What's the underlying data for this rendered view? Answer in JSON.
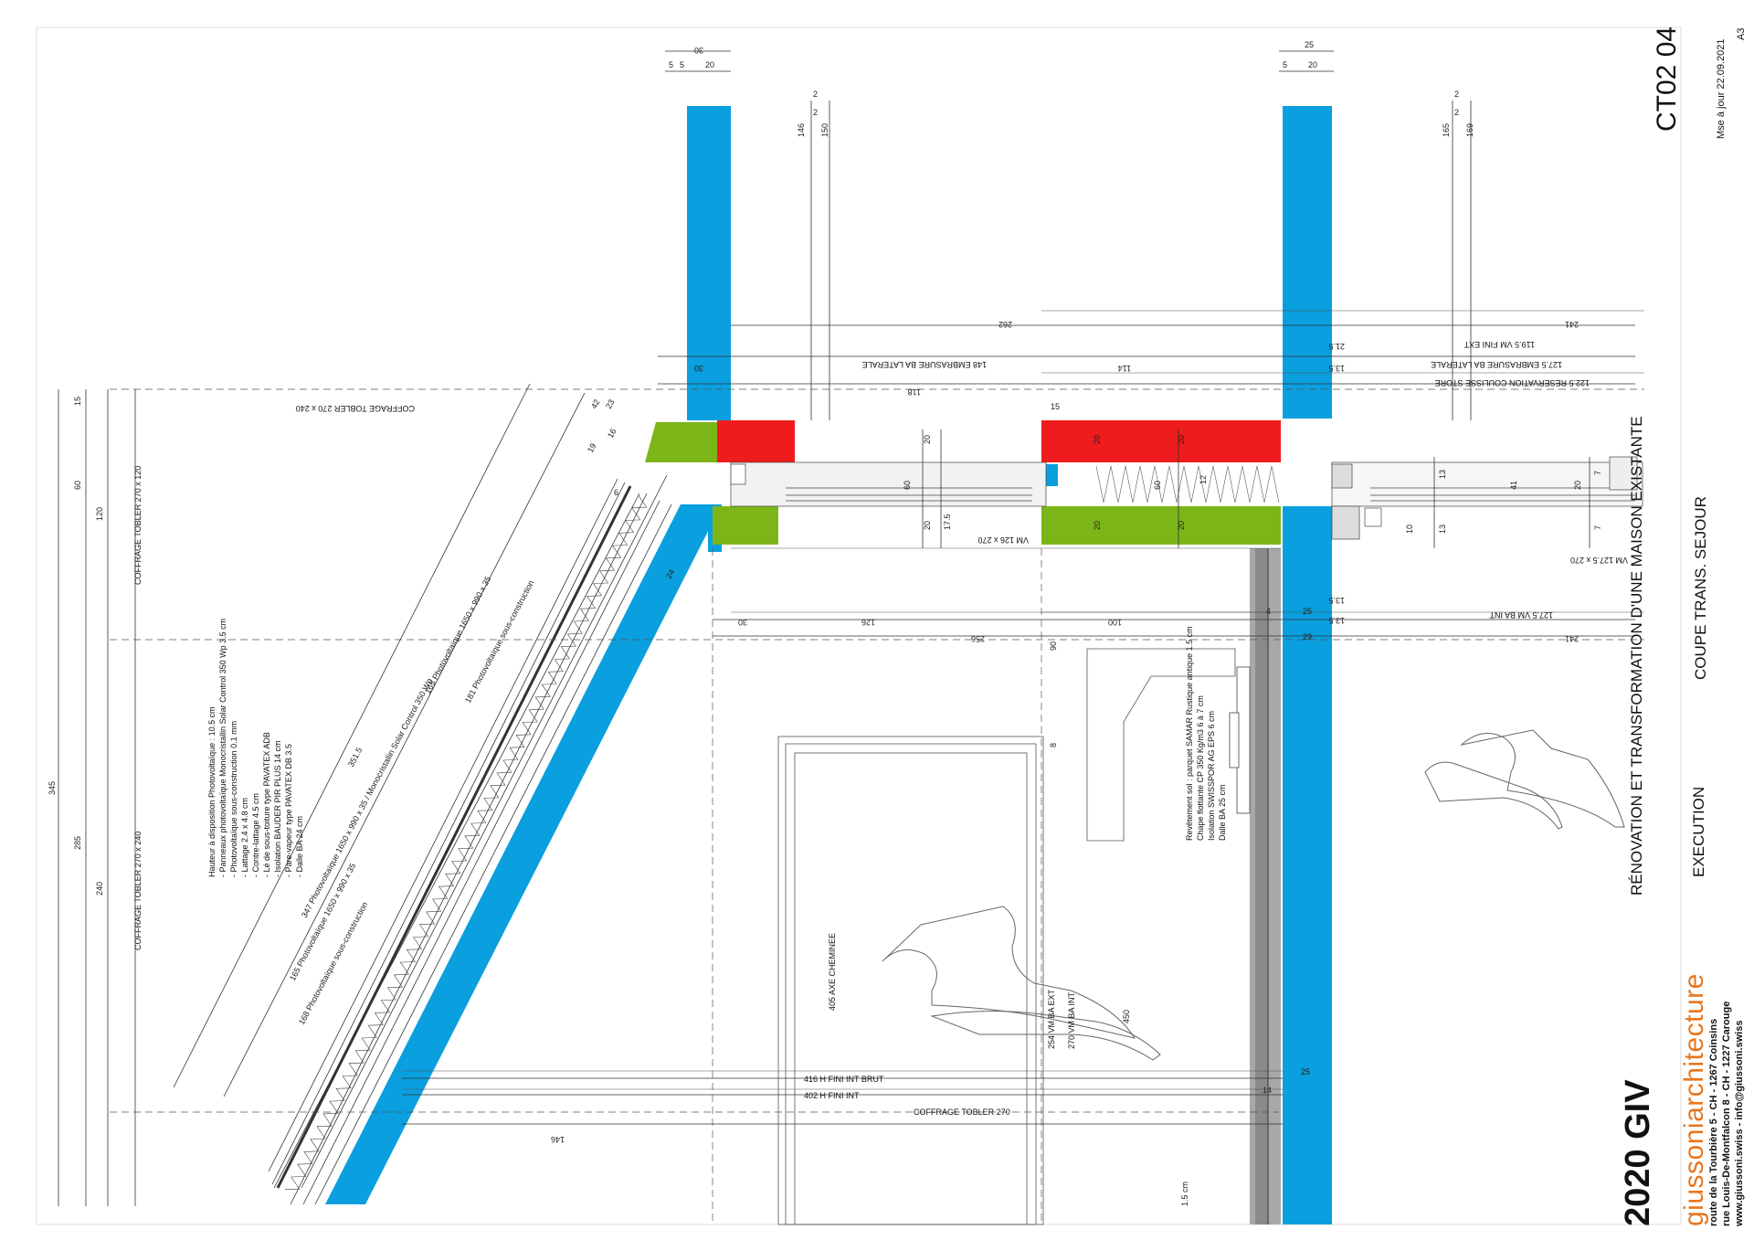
{
  "titleblock": {
    "sheet_code": "CT02 04",
    "update_date": "Mse à jour 22.09.2021",
    "paper_format": "A3",
    "project_title": "RÉNOVATION ET TRANSFORMATION D'UNE MAISON EXISTANTE",
    "drawing_subtitle": "COUPE TRANS. SEJOUR",
    "phase": "EXECUTION",
    "project_code": "2020 GIV",
    "firm_name": "giussoniarchitecture",
    "address_1": "route de la Tourbière 5 - CH - 1267 Coinsins",
    "address_2": "rue Louis-De-Montfalcon 8 - CH - 1227 Carouge",
    "web_contact": "www.giussoni.swiss - info@giussoni.swiss"
  },
  "colors": {
    "concrete": "#0a9fde",
    "lintel": "#ee1c1c",
    "insulation": "#7cb518",
    "line": "#333333"
  },
  "roof_buildup": [
    "Hauteur à disposition Photovoltaïque : 10.5 cm",
    "- Panneaux photovoltaïque Monocristallin Solar Control 350 Wp 3.5 cm",
    "- Photovoltaïque sous-construction 0.1 mm",
    "- Lattage 2.4 x 4.8 cm",
    "- Contre-lattage 4.5 cm",
    "- Lé de sous-toiture type PAVATEX ADB",
    "- Isolation BAUDER PIR PLUS 14 cm",
    "- Pare-vapeur type PAVATEX DB 3.5",
    "- Dalle BA 24 cm"
  ],
  "floor_buildup": [
    "Revêtement sol : parquet SAMAR Rustique antique 1.5 cm",
    "Chape flottante CP 350 Kg/m3 6 à 7 cm",
    "Isolation SWISSPOR AG EPS 6 cm",
    "Dalle BA 25 cm"
  ],
  "notes": {
    "coffrage_tobler_270x240_top": "COFFRAGE TOBLER 270 x 240",
    "coffrage_tobler_270x120": "COFFRAGE TOBLER 270 x 120",
    "coffrage_tobler_270x240_left": "COFFRAGE TOBLER 270 x 240",
    "coffrage_tobler_270": "COFFRAGE TOBLER 270",
    "embrasure_148": "148 EMBRASURE BA LATERALE",
    "embrasure_127": "127.5 EMBRASURE BA LATERALE",
    "vm_fini_ext": "119.5 VM FINI EXT",
    "reservation_store": "122.5 RESERVATION COULISSE STORE",
    "vm_126": "VM 126 x 270",
    "vm_127": "VM 127.5 x 270",
    "vm_ba_int": "127.5 VM BA INT",
    "axe_cheminee": "405 AXE CHEMINEE",
    "h_fini_brut": "416 H FINI INT BRUT",
    "h_fini_int": "402 H FINI INT",
    "vm_ba_ext": "254 VM BA EXT",
    "vm_ba_int_270": "270 VM BA INT",
    "pv_347": "347 Photovoltaïque 1650 x 990 x 35 / Monocristallin Solar Control 350 Wp",
    "pv_165a": "165 Photovoltaïque 1650 x 990 x 35",
    "pv_181": "181 Photovoltaïque sous-construction",
    "pv_165b": "165 Photovoltaïque 1650 x 990 x 35",
    "pv_168": "168 Photovoltaïque sous-construction",
    "pv_351": "351.5",
    "one_five_cm": "1.5 cm"
  },
  "dims": {
    "d30_top": "30",
    "d5a": "5",
    "d5b": "5",
    "d20a": "20",
    "d25_top": "25",
    "d5c": "5",
    "d20b": "20",
    "d146": "146",
    "d150": "150",
    "d2a": "2",
    "d2b": "2",
    "d165": "165",
    "d169": "169",
    "d2c": "2",
    "d2d": "2",
    "d262": "262",
    "d241a": "241",
    "d215": "21.5",
    "d135a": "13.5",
    "d30b": "30",
    "d118": "118",
    "d114": "114",
    "d15a": "15",
    "d23": "23",
    "d42": "42",
    "d6a": "6",
    "d30c": "30",
    "d126": "126",
    "d100": "100",
    "d256": "256",
    "d241b": "241",
    "d135b": "13.5",
    "d135c": "13.5",
    "d20c": "20",
    "d60a": "60",
    "d20d": "20",
    "d175": "17.5",
    "d20e": "20",
    "d20f": "20",
    "d60b": "60",
    "d20g": "20",
    "d12": "12",
    "d20h": "20",
    "d41": "41",
    "d20i": "20",
    "d7a": "7",
    "d7b": "7",
    "d10": "10",
    "d13a": "13",
    "d13b": "13",
    "d15": "15",
    "d60c": "60",
    "d120": "120",
    "d240": "240",
    "d285": "285",
    "d345": "345",
    "d90": "90",
    "d8": "8",
    "d450": "450",
    "d25b": "25",
    "d14": "14",
    "d146b": "146",
    "d4": "4",
    "d29": "29",
    "d25c": "25",
    "d19": "19",
    "d16": "16",
    "d24": "24"
  }
}
